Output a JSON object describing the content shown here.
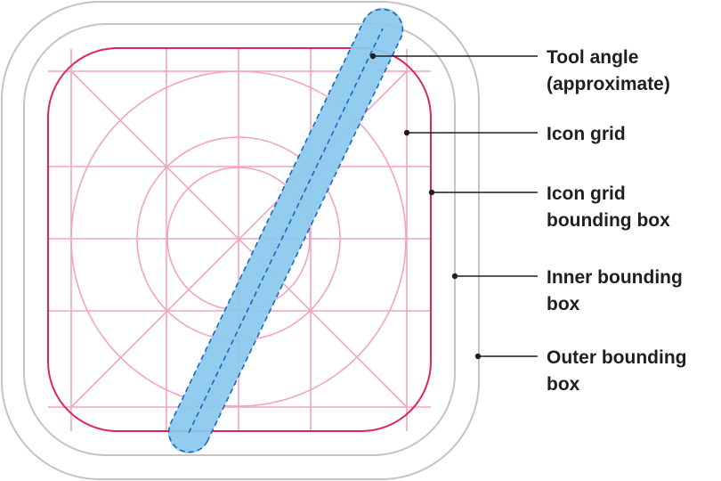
{
  "colors": {
    "outer_box": "#c4c4c4",
    "inner_box": "#c4c4c4",
    "icon_grid_box": "#e0245e",
    "icon_grid": "#f4a3bf",
    "tool_fill": "#89c9ee",
    "tool_stroke": "#1a67c4",
    "callout_line": "#1f1f1f",
    "text": "#1f1f1f"
  },
  "callouts": [
    {
      "id": "tool-angle",
      "lines": [
        "Tool angle",
        "(approximate)"
      ]
    },
    {
      "id": "icon-grid",
      "lines": [
        "Icon grid"
      ]
    },
    {
      "id": "icon-grid-bounding-box",
      "lines": [
        "Icon grid",
        "bounding box"
      ]
    },
    {
      "id": "inner-bounding-box",
      "lines": [
        "Inner bounding",
        "box"
      ]
    },
    {
      "id": "outer-bounding-box",
      "lines": [
        "Outer bounding",
        "box"
      ]
    }
  ]
}
